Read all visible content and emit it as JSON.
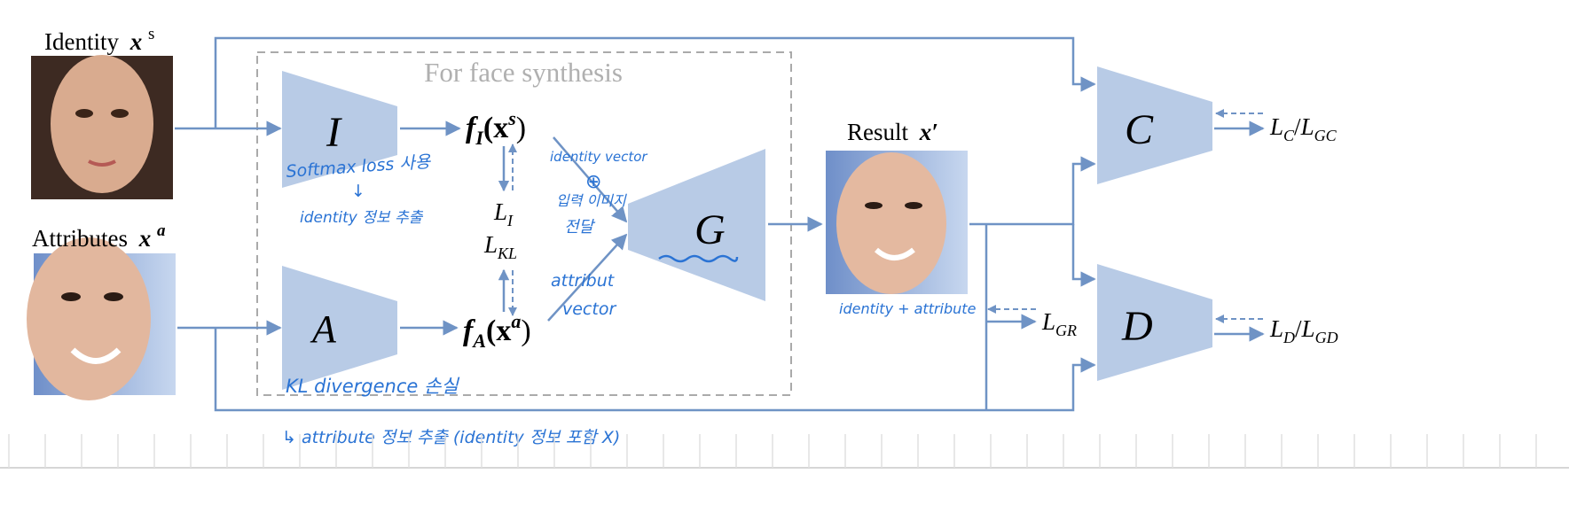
{
  "inputs": {
    "identity_label": "Identity",
    "identity_symbol": "x",
    "identity_sup": "s",
    "attributes_label": "Attributes",
    "attributes_symbol": "x",
    "attributes_sup": "a"
  },
  "synthesis_box": {
    "title": "For face synthesis"
  },
  "networks": {
    "identity": "I",
    "attribute": "A",
    "generator": "G",
    "classifier": "C",
    "discriminator": "D"
  },
  "features": {
    "fi_main": "f",
    "fi_sub": "I",
    "fi_arg": "(x",
    "fi_sup": "s",
    "fi_close": ")",
    "fa_main": "f",
    "fa_sub": "A",
    "fa_arg": "(x",
    "fa_sup": "a",
    "fa_close": ")"
  },
  "losses": {
    "li": "L",
    "li_sub": "I",
    "lkl": "L",
    "lkl_sub": "KL",
    "lgr": "L",
    "lgr_sub": "GR",
    "lc": "L",
    "lc_sub": "C",
    "lc_sep": "/",
    "lgc": "L",
    "lgc_sub": "GC",
    "ld": "L",
    "ld_sub": "D",
    "ld_sep": "/",
    "lgd": "L",
    "lgd_sub": "GD"
  },
  "result": {
    "label": "Result",
    "symbol": "x′"
  },
  "annotations": {
    "softmax": "Softmax loss 사용",
    "identity_extract": "identity 정보 추출",
    "identity_vector": "identity vector",
    "plus": "⊕",
    "input_image": "입력 이미지",
    "deliver": "전달",
    "attribute_vec1": "attribut",
    "attribute_vec2": "vector",
    "id_attr": "identity + attribute",
    "kl_loss": "KL divergence 손실",
    "attr_extract": "↳ attribute 정보 추출 (identity 정보 포함 X)"
  },
  "colors": {
    "network_fill": "#b8cbe6",
    "arrow": "#6f93c5",
    "annotation_ink": "#2a73d4",
    "dashed_box": "#aaaaaa"
  }
}
